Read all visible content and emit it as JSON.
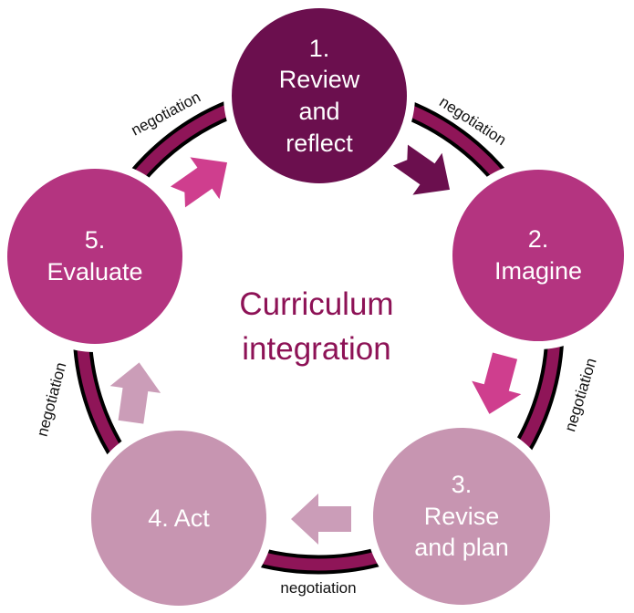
{
  "diagram": {
    "title": "Curriculum integration",
    "stages": [
      {
        "label": "1. Review and reflect",
        "lines": [
          "1.",
          "Review",
          "and",
          "reflect"
        ],
        "color": "#6b0f4e"
      },
      {
        "label": "2. Imagine",
        "lines": [
          "2.",
          "Imagine"
        ],
        "color": "#b43480"
      },
      {
        "label": "3. Revise and plan",
        "lines": [
          "3.",
          "Revise",
          "and plan"
        ],
        "color": "#c795b1"
      },
      {
        "label": "4. Act",
        "lines": [
          "4. Act"
        ],
        "color": "#c795b1"
      },
      {
        "label": "5. Evaluate",
        "lines": [
          "5.",
          "Evaluate"
        ],
        "color": "#b43480"
      }
    ],
    "ring_labels": [
      {
        "text": "negotiation"
      },
      {
        "text": "negotiation"
      },
      {
        "text": "negotiation"
      },
      {
        "text": "negotiation"
      },
      {
        "text": "negotiation"
      }
    ],
    "colors": {
      "ring_band": "#8f1558",
      "ring_outline": "#000000",
      "stage_dark": "#6b0f4e",
      "stage_magenta": "#b43480",
      "stage_mauve": "#c795b1",
      "arrow_dark": "#6b0f4e",
      "arrow_pink": "#cf3e8e",
      "arrow_mauve": "#cb9db8",
      "title_text": "#8d1256",
      "circle_text": "#ffffff",
      "label_text": "#111111",
      "background": "#ffffff"
    }
  }
}
